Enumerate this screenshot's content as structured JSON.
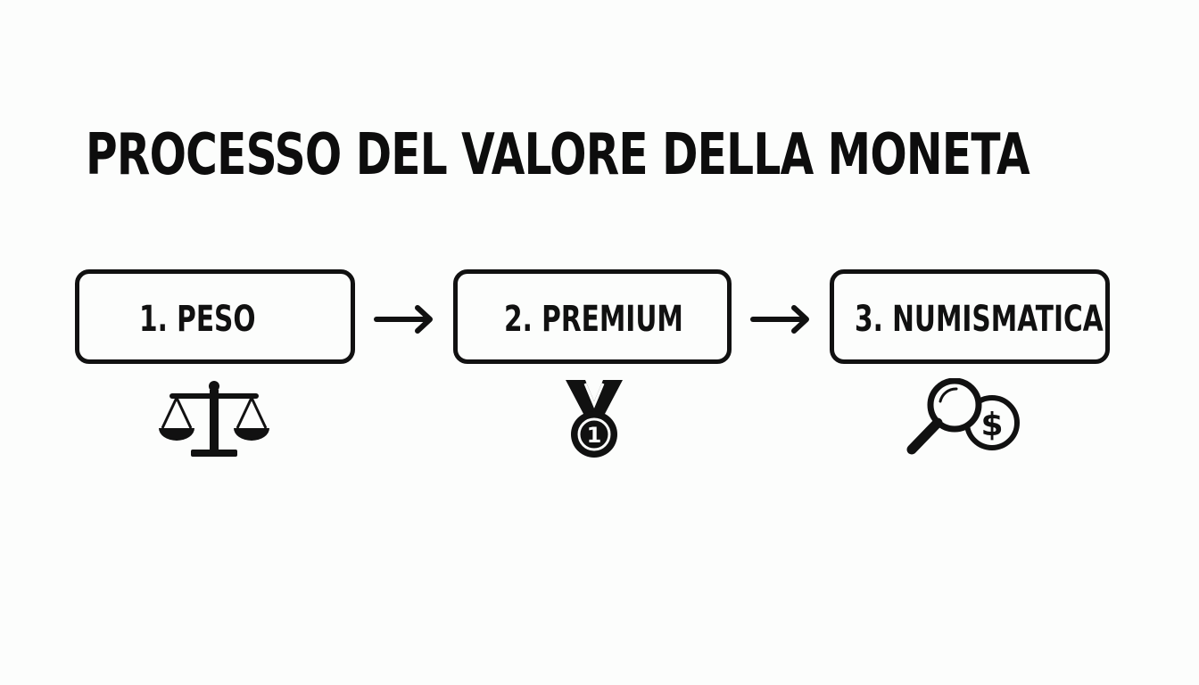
{
  "title": "PROCESSO DEL VALORE DELLA MONETA",
  "steps": [
    {
      "label": "1. PESO",
      "icon": "balance-scale-icon"
    },
    {
      "label": "2. PREMIUM",
      "icon": "medal-icon"
    },
    {
      "label": "3. NUMISMATICA",
      "icon": "magnifier-coin-icon"
    }
  ],
  "medal_number": "1",
  "coin_symbol": "$",
  "colors": {
    "background": "#fcfdfc",
    "ink": "#111111"
  }
}
